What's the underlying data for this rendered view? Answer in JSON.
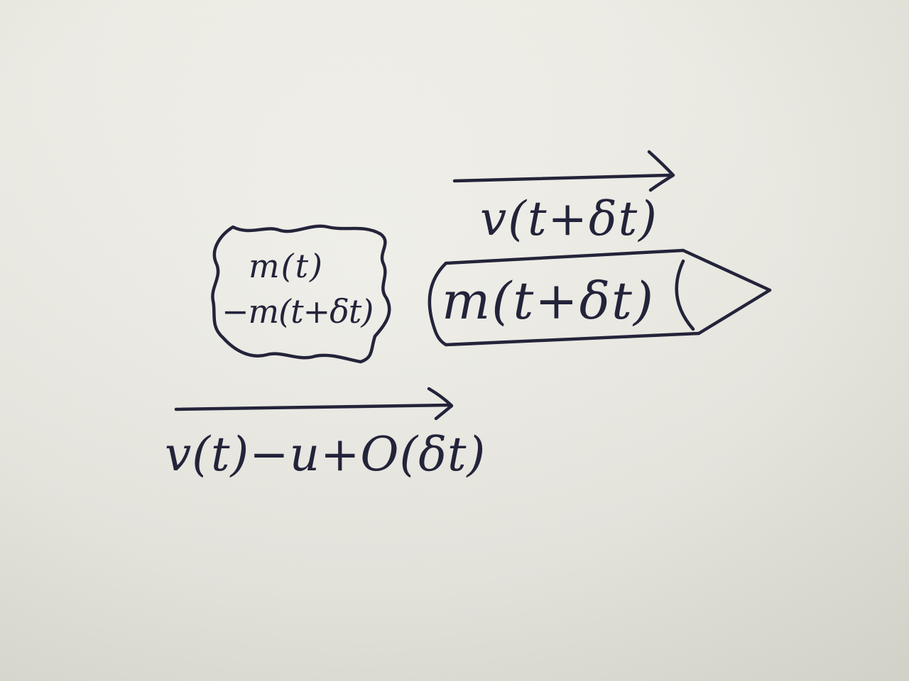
{
  "diagram": {
    "exhaust_cloud": {
      "line1": "m(t)",
      "line2": "−m(t+δt)"
    },
    "rocket": {
      "label": "m(t+δt)"
    },
    "rocket_velocity": {
      "label": "v(t+δt)"
    },
    "exhaust_velocity": {
      "label": "v(t)−u+O(δt)"
    },
    "ink_color": "#23233a",
    "paper_color": "#ecebe4"
  }
}
